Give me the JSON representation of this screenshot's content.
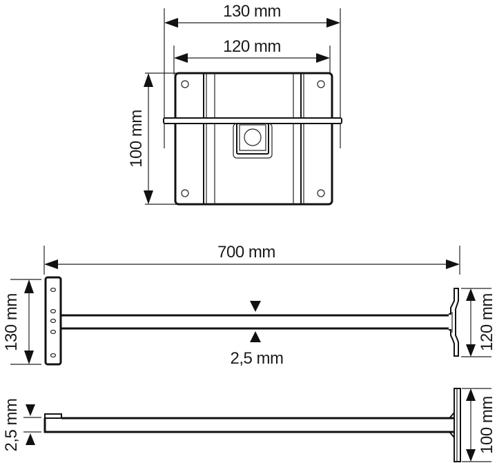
{
  "drawing": {
    "top_view": {
      "label_outer_width": "130 mm",
      "label_inner_width": "120 mm",
      "label_height": "100 mm"
    },
    "front_view": {
      "label_length": "700 mm",
      "label_left_plate": "130 mm",
      "label_right_plate": "120 mm",
      "label_thickness": "2,5 mm"
    },
    "side_view": {
      "label_thickness": "2,5 mm",
      "label_plate_height": "100 mm"
    },
    "colors": {
      "line": "#111111",
      "background": "#ffffff"
    }
  }
}
